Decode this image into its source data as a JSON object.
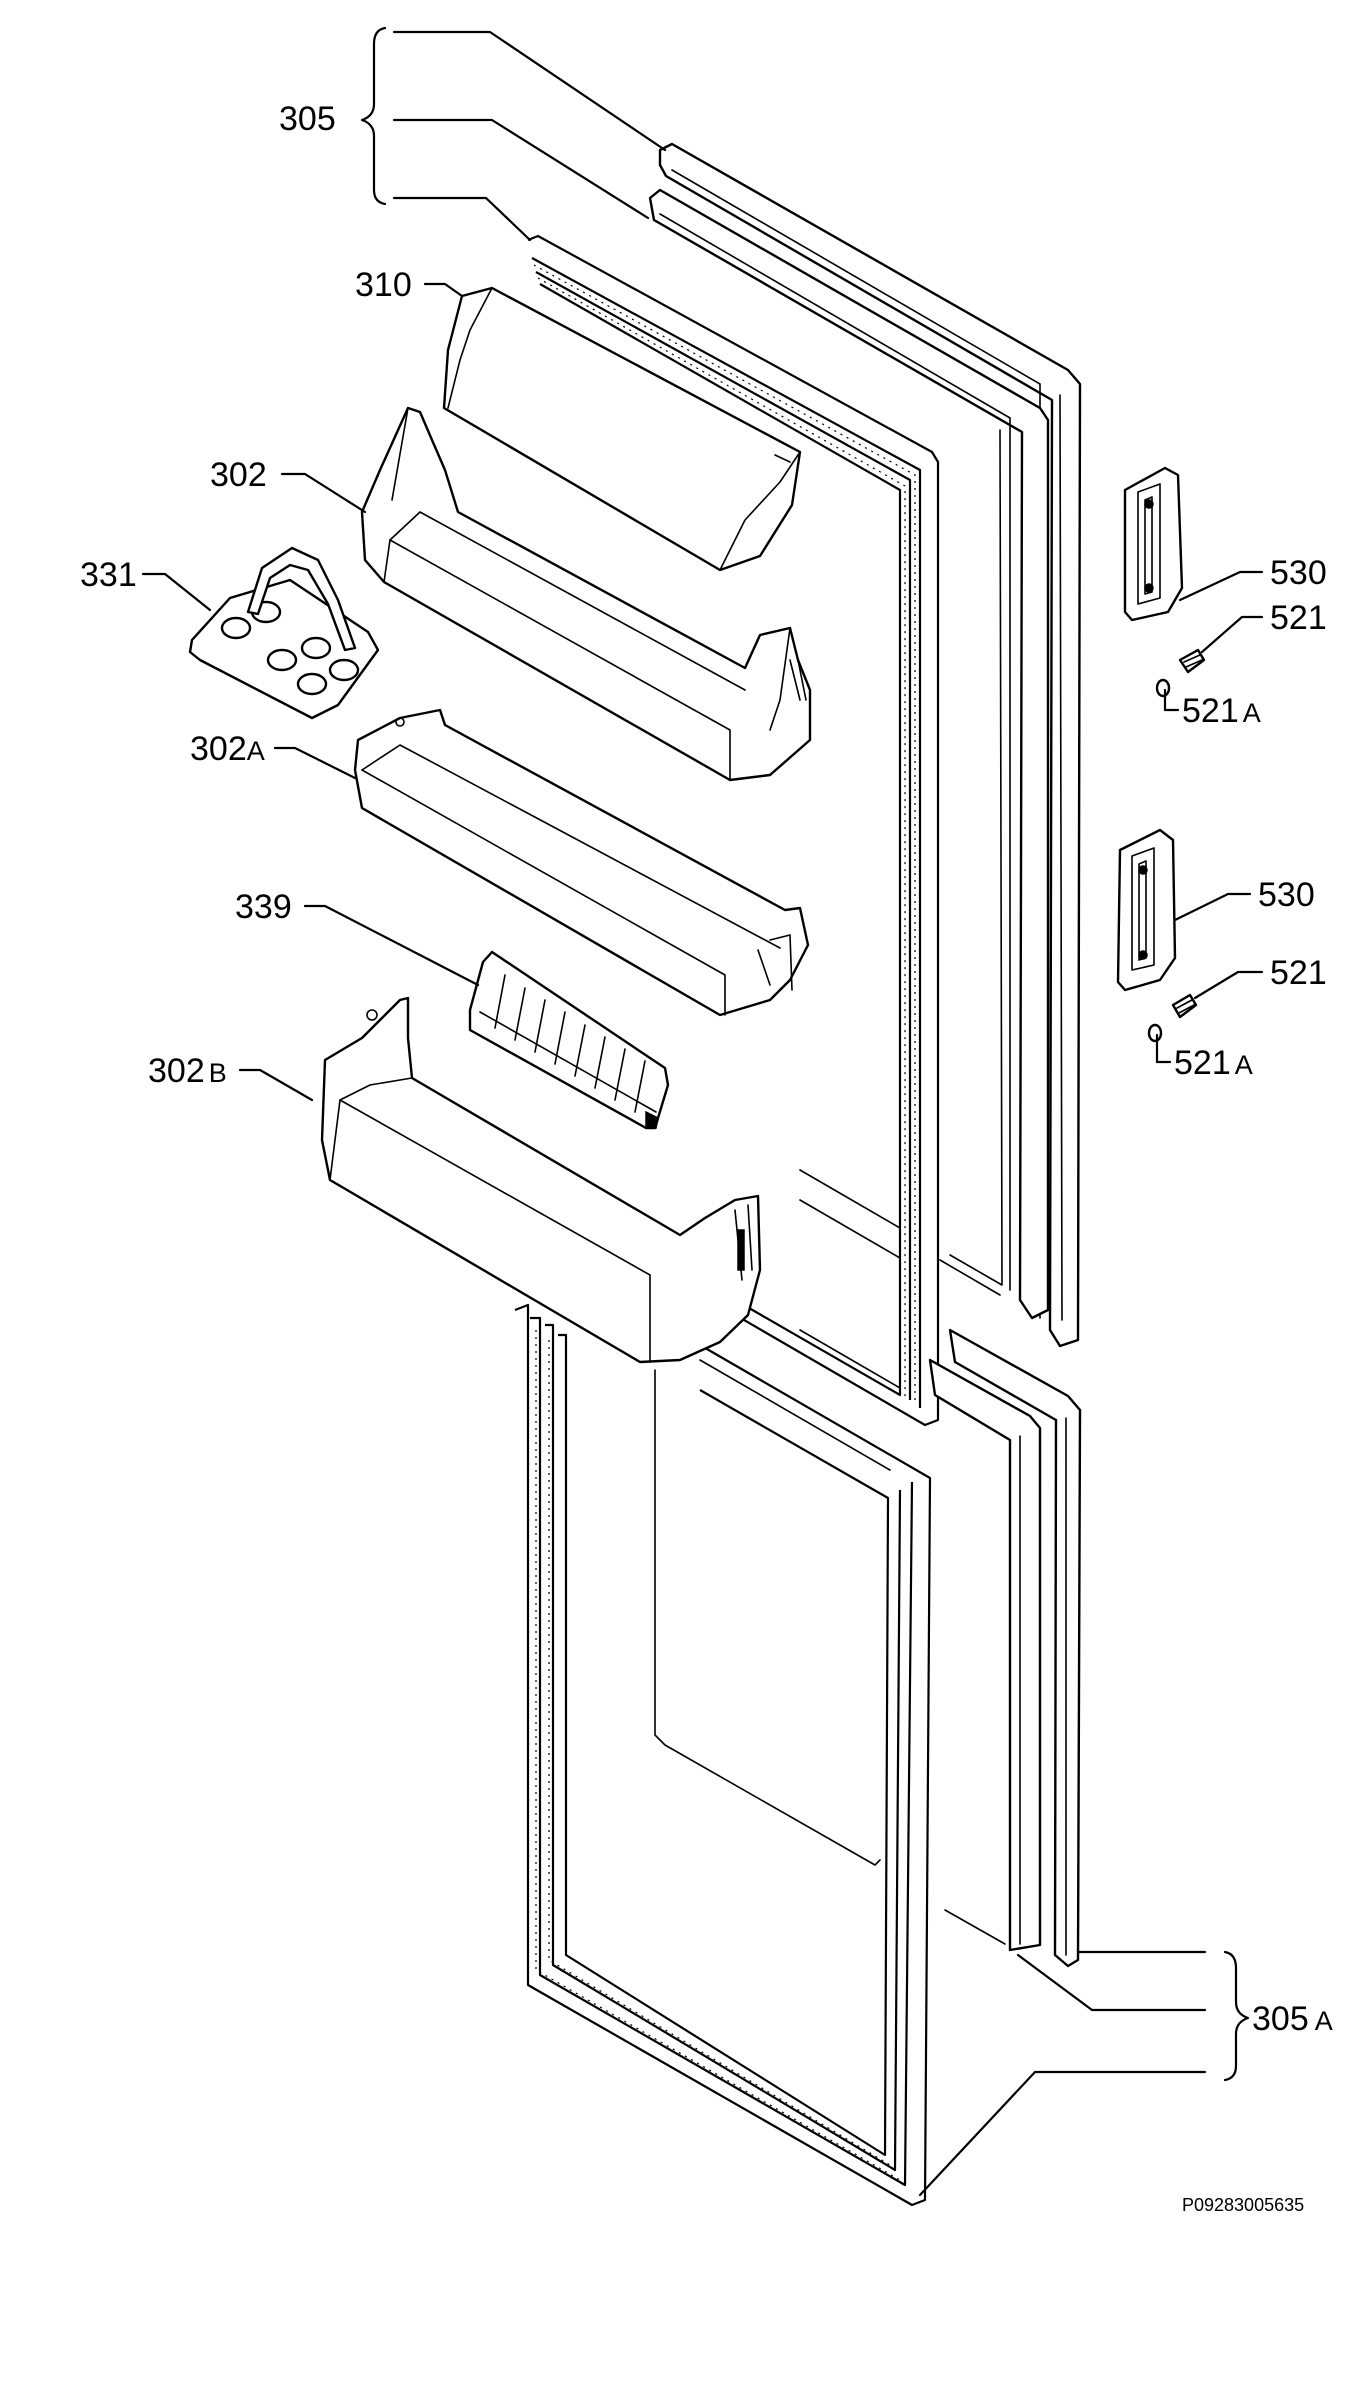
{
  "labels": {
    "door_assembly_upper": "305",
    "door_assembly_lower": "305",
    "door_assembly_lower_suffix": "A",
    "dairy_lid": "310",
    "shelf_top": "302",
    "shelf_mid": "302",
    "shelf_mid_suffix": "A",
    "shelf_bottom": "302",
    "shelf_bottom_suffix": "B",
    "egg_tray": "331",
    "bottle_clip": "339",
    "hinge_cover_upper": "530",
    "hinge_cover_lower": "530",
    "screw_upper": "521",
    "screw_lower": "521",
    "washer_upper": "521",
    "washer_upper_suffix": "A",
    "washer_lower": "521",
    "washer_lower_suffix": "A"
  },
  "drawing_code": "P09283005635",
  "colors": {
    "line": "#000000",
    "background": "#ffffff"
  }
}
